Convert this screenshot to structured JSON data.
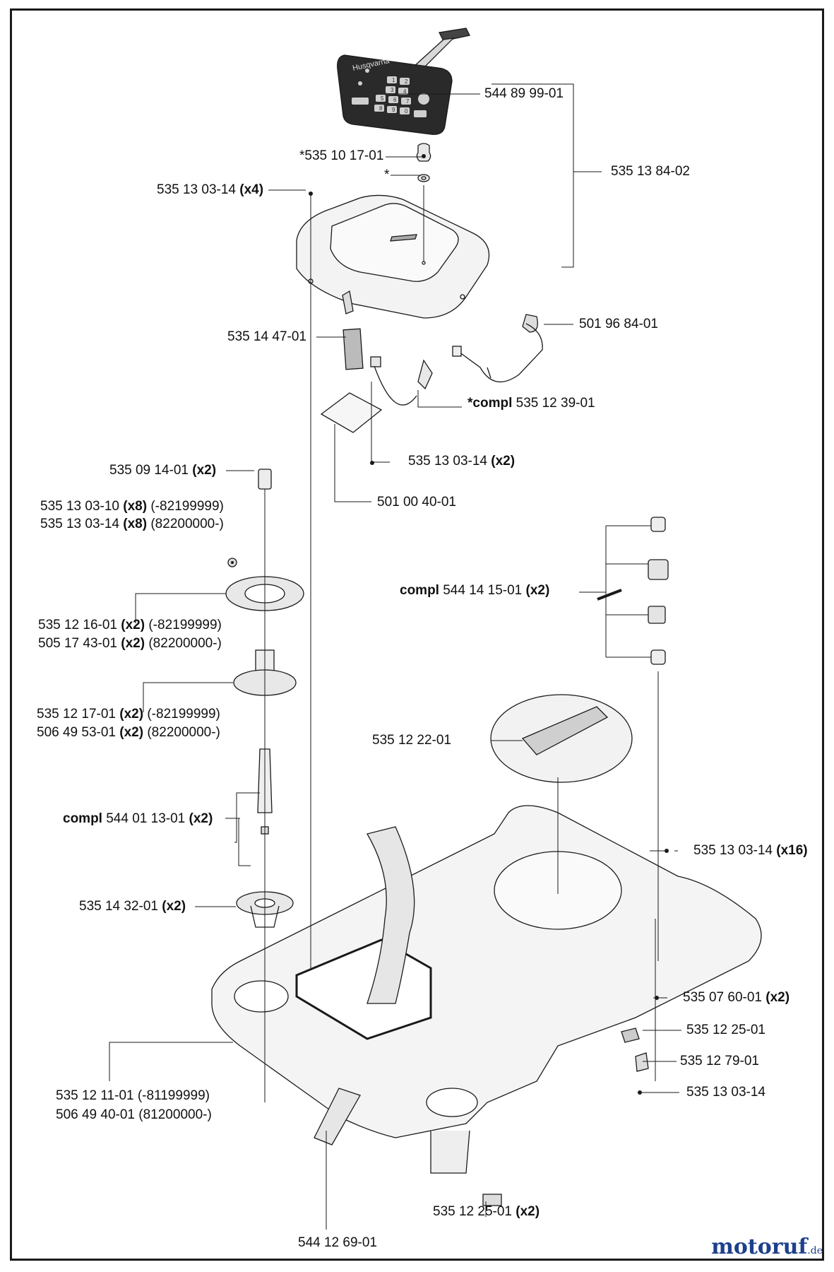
{
  "labels": {
    "l1": {
      "code": "544 89 99-01"
    },
    "l2": {
      "code": "*535 10 17-01"
    },
    "l3": {
      "code": "*"
    },
    "l4": {
      "code": "535 13 84-02"
    },
    "l5": {
      "code": "535 13 03-14",
      "qty": "(x4)"
    },
    "l6": {
      "code": "501 96 84-01"
    },
    "l7": {
      "code": "535 14 47-01"
    },
    "l8": {
      "prefix": "*compl",
      "code": "535 12 39-01"
    },
    "l9": {
      "code": "535 13 03-14",
      "qty": "(x2)"
    },
    "l10": {
      "code": "501 00 40-01"
    },
    "l11": {
      "code": "535 09 14-01",
      "qty": "(x2)"
    },
    "l12a": {
      "code": "535 13 03-10",
      "qty": "(x8)",
      "range": "(-82199999)"
    },
    "l12b": {
      "code": "535 13 03-14",
      "qty": "(x8)",
      "range": "(82200000-)"
    },
    "l13a": {
      "code": "535 12 16-01",
      "qty": "(x2)",
      "range": "(-82199999)"
    },
    "l13b": {
      "code": "505 17 43-01",
      "qty": "(x2)",
      "range": "(82200000-)"
    },
    "l14": {
      "prefix": "compl",
      "code": "544 14 15-01",
      "qty": "(x2)"
    },
    "l15a": {
      "code": "535 12 17-01",
      "qty": "(x2)",
      "range": "(-82199999)"
    },
    "l15b": {
      "code": "506 49 53-01",
      "qty": "(x2)",
      "range": "(82200000-)"
    },
    "l16": {
      "code": "535 12 22-01"
    },
    "l17": {
      "prefix": "compl",
      "code": "544 01 13-01",
      "qty": "(x2)"
    },
    "l18": {
      "code": "535 13 03-14",
      "qty": "(x16)"
    },
    "l19": {
      "code": "535 14 32-01",
      "qty": "(x2)"
    },
    "l20": {
      "code": "535 07 60-01",
      "qty": "(x2)"
    },
    "l21": {
      "code": "535 12 25-01"
    },
    "l22": {
      "code": "535 12 79-01"
    },
    "l23": {
      "code": "535 13 03-14"
    },
    "l24a": {
      "code": "535 12 11-01",
      "range": "(-81199999)"
    },
    "l24b": {
      "code": "506 49 40-01",
      "range": "(81200000-)"
    },
    "l25": {
      "code": "535 12 25-01",
      "qty": "(x2)"
    },
    "l26": {
      "code": "544 12 69-01"
    }
  },
  "keypad": {
    "brand": "Husqvarna",
    "keys": [
      "1",
      "2",
      "3",
      "4",
      "5",
      "6",
      "7",
      "8",
      "9",
      "0"
    ]
  },
  "watermark": {
    "name": "motoruf",
    "tld": ".de"
  },
  "colors": {
    "line": "#1a1a1a",
    "part_fill": "#efefef",
    "keypad": "#2a2a2a",
    "brand_watermark": "#1e3f8c"
  }
}
